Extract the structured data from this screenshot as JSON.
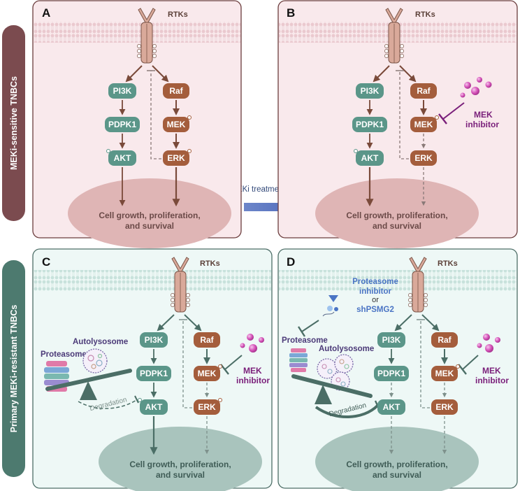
{
  "side_labels": {
    "top": "MEKi-sensitive TNBCs",
    "bottom": "Primary MEKi-resistant TNBCs"
  },
  "treatment_arrow_label": "MEKi treatment",
  "panels": {
    "A": {
      "letter": "A",
      "rtk": "RTKs",
      "pi3k": "PI3K",
      "pdpk1": "PDPK1",
      "akt": "AKT",
      "raf": "Raf",
      "mek": "MEK",
      "erk": "ERK",
      "cell_l1": "Cell growth, proliferation,",
      "cell_l2": "and survival"
    },
    "B": {
      "letter": "B",
      "rtk": "RTKs",
      "pi3k": "PI3K",
      "pdpk1": "PDPK1",
      "akt": "AKT",
      "raf": "Raf",
      "mek": "MEK",
      "erk": "ERK",
      "inhibitor_l1": "MEK",
      "inhibitor_l2": "inhibitor",
      "cell_l1": "Cell growth, proliferation,",
      "cell_l2": "and survival"
    },
    "C": {
      "letter": "C",
      "rtk": "RTKs",
      "pi3k": "PI3K",
      "pdpk1": "PDPK1",
      "akt": "AKT",
      "raf": "Raf",
      "mek": "MEK",
      "erk": "ERK",
      "inhibitor_l1": "MEK",
      "inhibitor_l2": "inhibitor",
      "proteasome": "Proteasome",
      "autolysosome": "Autolysosome",
      "degradation": "Degradation",
      "cell_l1": "Cell growth, proliferation,",
      "cell_l2": "and survival"
    },
    "D": {
      "letter": "D",
      "rtk": "RTKs",
      "pi3k": "PI3K",
      "pdpk1": "PDPK1",
      "akt": "AKT",
      "raf": "Raf",
      "mek": "MEK",
      "erk": "ERK",
      "inhibitor_l1": "MEK",
      "inhibitor_l2": "inhibitor",
      "proteasome": "Proteasome",
      "autolysosome": "Autolysosome",
      "degradation": "Degradation",
      "pinh_l1": "Proteasome",
      "pinh_l2": "inhibitor",
      "pinh_or": "or",
      "pinh_l3": "shPSMG2",
      "cell_l1": "Cell growth, proliferation,",
      "cell_l2": "and survival"
    }
  },
  "colors": {
    "pink_bg": "#f9e9ec",
    "teal_bg": "#eef8f6",
    "teal_node": "#5b9689",
    "brown_node": "#a45d3c",
    "rtk": "#d9a99a",
    "inhibitor_purple": "#7a1f7a",
    "blue_text": "#4a74c4"
  }
}
